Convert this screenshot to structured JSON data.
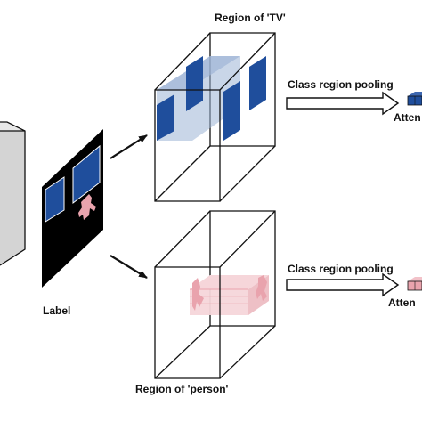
{
  "labels": {
    "region_tv": "Region of 'TV'",
    "region_person": "Region of 'person'",
    "class_region_pooling_top": "Class region pooling",
    "class_region_pooling_bottom": "Class region pooling",
    "label": "Label",
    "attention_top": "Atten",
    "attention_bottom": "Atten"
  },
  "colors": {
    "tv_region": "#1f4e9c",
    "tv_region_light": "#9db4d6",
    "person_region": "#e9a3ad",
    "person_region_light": "#f6d6da",
    "label_background": "#000000",
    "feature_map": "#d4d4d4",
    "edge": "#111111"
  }
}
